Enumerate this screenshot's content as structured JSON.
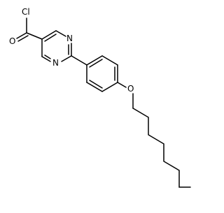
{
  "molecule": {
    "atom_labels": {
      "chlorine": "Cl",
      "carbonyl_oxygen": "O",
      "ring_nitrogen_top": "N",
      "ring_nitrogen_bottom": "N",
      "ether_oxygen": "O"
    }
  }
}
